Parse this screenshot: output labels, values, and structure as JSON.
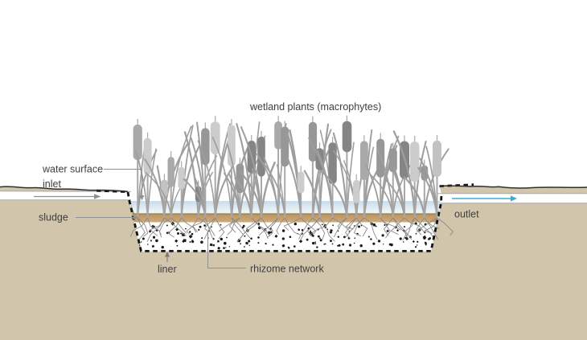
{
  "diagram": {
    "type": "constructed-wetland-cross-section",
    "labels": {
      "plants": "wetland plants (macrophytes)",
      "water_surface": "water surface",
      "inlet": "inlet",
      "sludge": "sludge",
      "liner": "liner",
      "rhizome_network": "rhizome network",
      "outlet": "outlet"
    },
    "colors": {
      "background": "#ffffff",
      "ground": "#d1c6ab",
      "surface_line": "#2e2e2e",
      "channel": "#ffffff",
      "channel_edge": "#a9a9a9",
      "water_top": "#c9dcea",
      "water_mid": "#e2edf3",
      "water_light": "#eef4f7",
      "sludge_top_line": "#8d6e3f",
      "sludge_dark": "#b9935c",
      "sludge_light": "#cfab7c",
      "substrate": "#ffffff",
      "stipple": "#1b1b1b",
      "liner": "#141414",
      "leader": "#909090",
      "inlet_arrow": "#8f8f8f",
      "outlet_arrow": "#3fa9d6",
      "label_text": "#3e3e3e",
      "stem": "#a8a8a8",
      "leaf": "#9e9e9e",
      "rhizome": "#8a8a8a",
      "head_palette": [
        "#858585",
        "#979797",
        "#a9a9a9",
        "#c2c2c2",
        "#cccccc"
      ]
    }
  }
}
